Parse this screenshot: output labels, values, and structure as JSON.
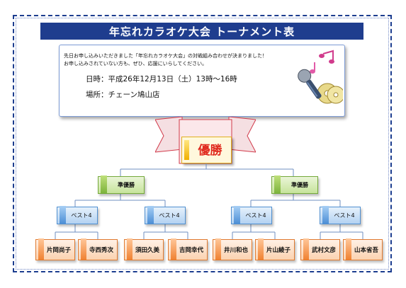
{
  "title": "年忘れカラオケ大会 トーナメント表",
  "info": {
    "line1": "先日お申し込みいただきました「年忘れカラオケ大会」の対戦組み合わせが決まりました！",
    "line2": "お申し込みされていない方も、ぜひ、応援にいらしてください。",
    "date": "日時：平成26年12月13日（土）13時～16時",
    "place": "場所：チェーン鳩山店"
  },
  "bracket": {
    "winner": "優勝",
    "runner_up": [
      "準優勝",
      "準優勝"
    ],
    "best4": [
      "ベスト4",
      "ベスト4",
      "ベスト4",
      "ベスト4"
    ],
    "players": [
      "片岡尚子",
      "寺西秀次",
      "須田久美",
      "吉岡幸代",
      "井川和也",
      "片山綾子",
      "武村文彦",
      "山本省吾"
    ]
  },
  "colors": {
    "title_bg": "#1f3d8e",
    "winner_text": "#e02a1e",
    "runner_up_fill": "#c6e39a",
    "best4_fill": "#b3d2f2",
    "player_fill": "#fbd2b0"
  },
  "icons": [
    "karaoke-microphone-cd-icon",
    "music-note-icon"
  ]
}
